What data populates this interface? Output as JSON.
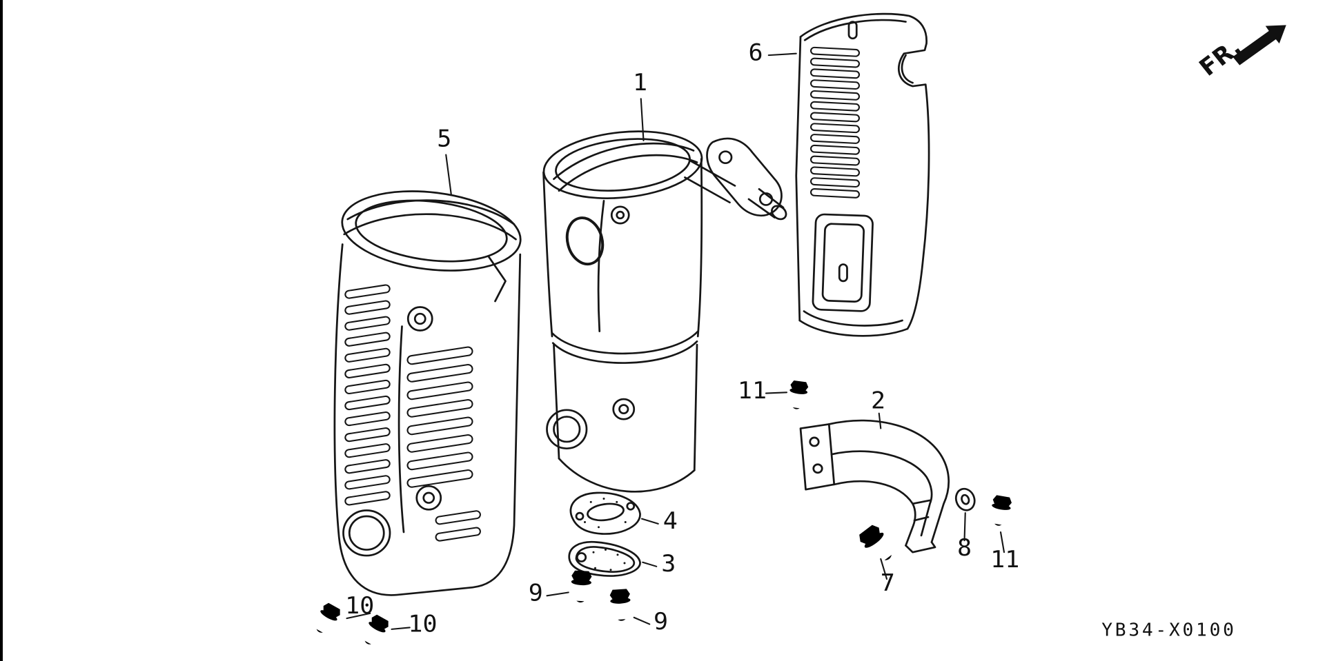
{
  "diagram": {
    "fr_label": "FR.",
    "code": "YB34-X0100",
    "callouts": {
      "c1": "1",
      "c2": "2",
      "c3": "3",
      "c4": "4",
      "c5": "5",
      "c6": "6",
      "c7": "7",
      "c8": "8",
      "c9a": "9",
      "c9b": "9",
      "c10a": "10",
      "c10b": "10",
      "c11a": "11",
      "c11b": "11"
    }
  }
}
